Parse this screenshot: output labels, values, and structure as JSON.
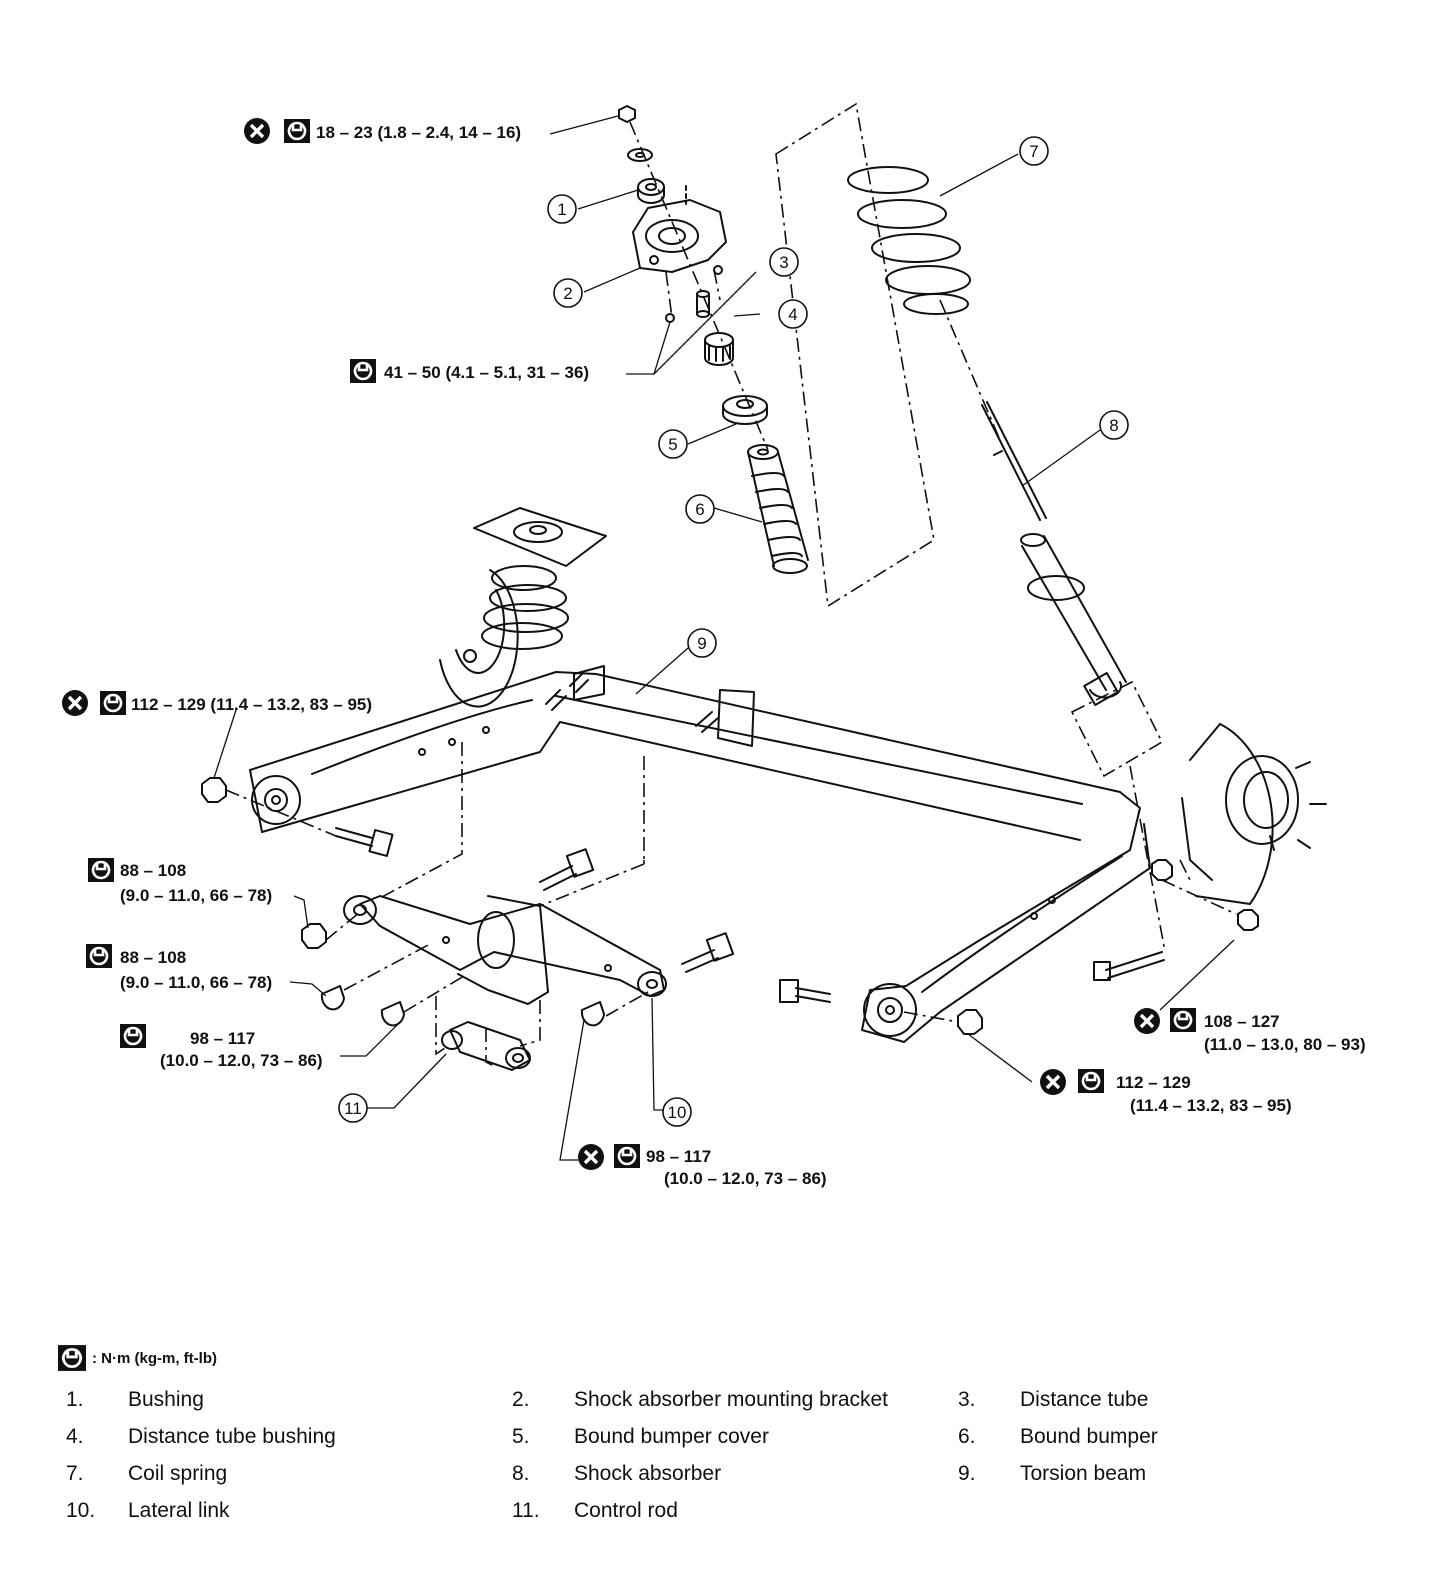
{
  "callouts": [
    "1",
    "2",
    "3",
    "4",
    "5",
    "6",
    "7",
    "8",
    "9",
    "10",
    "11"
  ],
  "torques": {
    "t1": "18 – 23 (1.8 – 2.4, 14 – 16)",
    "t2": "41 – 50 (4.1 – 5.1, 31 – 36)",
    "t3": "112 – 129 (11.4 – 13.2, 83 – 95)",
    "t4a": "88 – 108",
    "t4b": "(9.0 – 11.0, 66 – 78)",
    "t5a": "88 – 108",
    "t5b": "(9.0 – 11.0, 66 – 78)",
    "t6a": "98 – 117",
    "t6b": "(10.0 – 12.0, 73 – 86)",
    "t7a": "98 – 117",
    "t7b": "(10.0 – 12.0, 73 – 86)",
    "t8a": "108 – 127",
    "t8b": "(11.0 – 13.0, 80 – 93)",
    "t9a": "112 – 129",
    "t9b": "(11.4 – 13.2, 83 – 95)"
  },
  "legend": {
    "unit": ": N·m (kg-m, ft-lb)",
    "parts": [
      {
        "num": "1.",
        "name": "Bushing"
      },
      {
        "num": "2.",
        "name": "Shock absorber mounting bracket"
      },
      {
        "num": "3.",
        "name": "Distance tube"
      },
      {
        "num": "4.",
        "name": "Distance tube bushing"
      },
      {
        "num": "5.",
        "name": "Bound bumper cover"
      },
      {
        "num": "6.",
        "name": "Bound bumper"
      },
      {
        "num": "7.",
        "name": "Coil spring"
      },
      {
        "num": "8.",
        "name": "Shock absorber"
      },
      {
        "num": "9.",
        "name": "Torsion beam"
      },
      {
        "num": "10.",
        "name": "Lateral link"
      },
      {
        "num": "11.",
        "name": "Control rod"
      }
    ]
  }
}
